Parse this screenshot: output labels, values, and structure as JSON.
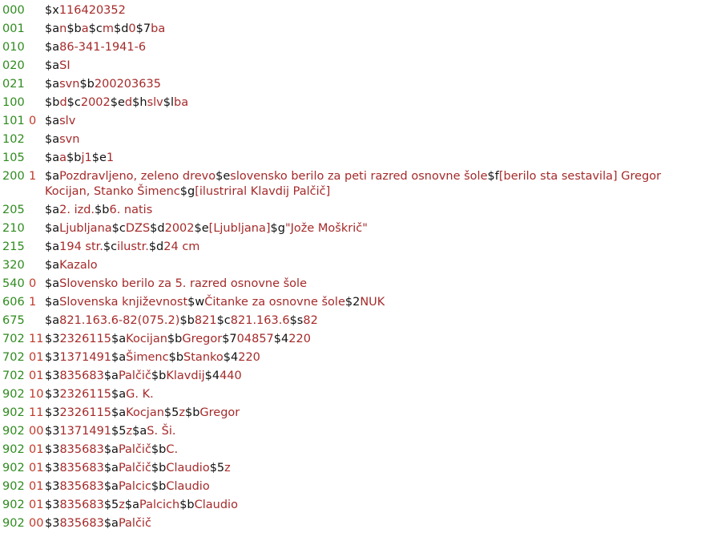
{
  "rows": [
    {
      "tag": "000",
      "ind": "",
      "parts": [
        [
          "$x",
          "116420352"
        ]
      ]
    },
    {
      "tag": "001",
      "ind": "",
      "parts": [
        [
          "$a",
          "n"
        ],
        [
          "$b",
          "a"
        ],
        [
          "$c",
          "m"
        ],
        [
          "$d",
          "0"
        ],
        [
          "$7",
          "ba"
        ]
      ]
    },
    {
      "tag": "010",
      "ind": "",
      "parts": [
        [
          "$a",
          "86-341-1941-6"
        ]
      ]
    },
    {
      "tag": "020",
      "ind": "",
      "parts": [
        [
          "$a",
          "SI"
        ]
      ]
    },
    {
      "tag": "021",
      "ind": "",
      "parts": [
        [
          "$a",
          "svn"
        ],
        [
          "$b",
          "200203635"
        ]
      ]
    },
    {
      "tag": "100",
      "ind": "",
      "parts": [
        [
          "$b",
          "d"
        ],
        [
          "$c",
          "2002"
        ],
        [
          "$e",
          "d"
        ],
        [
          "$h",
          "slv"
        ],
        [
          "$l",
          "ba"
        ]
      ]
    },
    {
      "tag": "101",
      "ind": "0",
      "parts": [
        [
          "$a",
          "slv"
        ]
      ]
    },
    {
      "tag": "102",
      "ind": "",
      "parts": [
        [
          "$a",
          "svn"
        ]
      ]
    },
    {
      "tag": "105",
      "ind": "",
      "parts": [
        [
          "$a",
          "a"
        ],
        [
          "$b",
          "j1"
        ],
        [
          "$e",
          "1"
        ]
      ]
    },
    {
      "tag": "200",
      "ind": "1",
      "parts": [
        [
          "$a",
          "Pozdravljeno, zeleno drevo"
        ],
        [
          "$e",
          "slovensko berilo za peti razred osnovne šole"
        ],
        [
          "$f",
          "[berilo sta sestavila] Gregor Kocijan, Stanko Šimenc"
        ],
        [
          "$g",
          "[ilustriral Klavdij Palčič]"
        ]
      ]
    },
    {
      "tag": "205",
      "ind": "",
      "parts": [
        [
          "$a",
          "2. izd."
        ],
        [
          "$b",
          "6. natis"
        ]
      ]
    },
    {
      "tag": "210",
      "ind": "",
      "parts": [
        [
          "$a",
          "Ljubljana"
        ],
        [
          "$c",
          "DZS"
        ],
        [
          "$d",
          "2002"
        ],
        [
          "$e",
          "[Ljubljana]"
        ],
        [
          "$g",
          "\"Jože Moškrič\""
        ]
      ]
    },
    {
      "tag": "215",
      "ind": "",
      "parts": [
        [
          "$a",
          "194 str."
        ],
        [
          "$c",
          "ilustr."
        ],
        [
          "$d",
          "24 cm"
        ]
      ]
    },
    {
      "tag": "320",
      "ind": "",
      "parts": [
        [
          "$a",
          "Kazalo"
        ]
      ]
    },
    {
      "tag": "540",
      "ind": "0",
      "parts": [
        [
          "$a",
          "Slovensko berilo za 5. razred osnovne šole"
        ]
      ]
    },
    {
      "tag": "606",
      "ind": "1",
      "parts": [
        [
          "$a",
          "Slovenska književnost"
        ],
        [
          "$w",
          "Čitanke za osnovne šole"
        ],
        [
          "$2",
          "NUK"
        ]
      ]
    },
    {
      "tag": "675",
      "ind": "",
      "parts": [
        [
          "$a",
          "821.163.6-82(075.2)"
        ],
        [
          "$b",
          "821"
        ],
        [
          "$c",
          "821.163.6"
        ],
        [
          "$s",
          "82"
        ]
      ]
    },
    {
      "tag": "702",
      "ind": "11",
      "parts": [
        [
          "$3",
          "2326115"
        ],
        [
          "$a",
          "Kocijan"
        ],
        [
          "$b",
          "Gregor"
        ],
        [
          "$7",
          "04857"
        ],
        [
          "$4",
          "220"
        ]
      ]
    },
    {
      "tag": "702",
      "ind": "01",
      "parts": [
        [
          "$3",
          "1371491"
        ],
        [
          "$a",
          "Šimenc"
        ],
        [
          "$b",
          "Stanko"
        ],
        [
          "$4",
          "220"
        ]
      ]
    },
    {
      "tag": "702",
      "ind": "01",
      "parts": [
        [
          "$3",
          "835683"
        ],
        [
          "$a",
          "Palčič"
        ],
        [
          "$b",
          "Klavdij"
        ],
        [
          "$4",
          "440"
        ]
      ]
    },
    {
      "tag": "902",
      "ind": "10",
      "parts": [
        [
          "$3",
          "2326115"
        ],
        [
          "$a",
          "G. K."
        ]
      ]
    },
    {
      "tag": "902",
      "ind": "11",
      "parts": [
        [
          "$3",
          "2326115"
        ],
        [
          "$a",
          "Kocjan"
        ],
        [
          "$5",
          "z"
        ],
        [
          "$b",
          "Gregor"
        ]
      ]
    },
    {
      "tag": "902",
      "ind": "00",
      "parts": [
        [
          "$3",
          "1371491"
        ],
        [
          "$5",
          "z"
        ],
        [
          "$a",
          "S. Ši."
        ]
      ]
    },
    {
      "tag": "902",
      "ind": "01",
      "parts": [
        [
          "$3",
          "835683"
        ],
        [
          "$a",
          "Palčič"
        ],
        [
          "$b",
          "C."
        ]
      ]
    },
    {
      "tag": "902",
      "ind": "01",
      "parts": [
        [
          "$3",
          "835683"
        ],
        [
          "$a",
          "Palčič"
        ],
        [
          "$b",
          "Claudio"
        ],
        [
          "$5",
          "z"
        ]
      ]
    },
    {
      "tag": "902",
      "ind": "01",
      "parts": [
        [
          "$3",
          "835683"
        ],
        [
          "$a",
          "Palcic"
        ],
        [
          "$b",
          "Claudio"
        ]
      ]
    },
    {
      "tag": "902",
      "ind": "01",
      "parts": [
        [
          "$3",
          "835683"
        ],
        [
          "$5",
          "z"
        ],
        [
          "$a",
          "Palcich"
        ],
        [
          "$b",
          "Claudio"
        ]
      ]
    },
    {
      "tag": "902",
      "ind": "00",
      "parts": [
        [
          "$3",
          "835683"
        ],
        [
          "$a",
          "Palčič"
        ]
      ]
    }
  ],
  "colors": {
    "tag": "#2e8b1e",
    "indicator": "#c0392b",
    "subfield_code": "#111111",
    "value": "#a52a2a"
  }
}
